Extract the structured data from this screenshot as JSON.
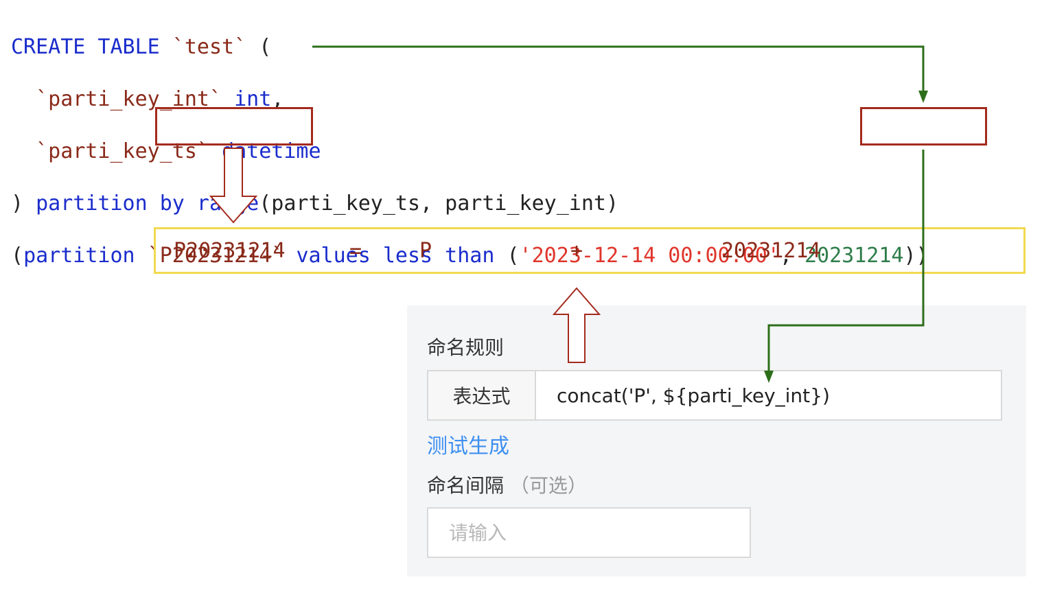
{
  "sql": {
    "line1": {
      "kw_create": "CREATE TABLE",
      "table_name": "`test`",
      "paren": "("
    },
    "line2": {
      "col_name": "`parti_key_int`",
      "col_type": "int",
      "comma": ","
    },
    "line3": {
      "col_name": "`parti_key_ts`",
      "col_type": "datetime"
    },
    "line4": {
      "paren": ")",
      "kw_partition": "partition by range",
      "args": "(parti_key_ts, parti_key_int)"
    },
    "line5": {
      "open": "(",
      "kw_partition": "partition",
      "partition_name": "`P20231214`",
      "kw_values": "values less than",
      "open_paren": "(",
      "ts_literal": "'2023-12-14 00:00:00'",
      "comma": ",",
      "int_literal": "20231214",
      "close": "))"
    }
  },
  "formula": {
    "result": "P20231214",
    "equals": "=",
    "prefix": "P",
    "plus": "+",
    "value": "20231214"
  },
  "form": {
    "naming_rule_label": "命名规则",
    "expression_addon": "表达式",
    "expression_value": "concat('P', ${parti_key_int})",
    "test_generate_link": "测试生成",
    "naming_interval_label": "命名间隔",
    "naming_interval_optional": "（可选）",
    "naming_interval_placeholder": "请输入"
  },
  "colors": {
    "keyword": "#1a2ccc",
    "identifier": "#8a2a1a",
    "string_literal": "#e0352b",
    "number_literal": "#2e7d4a",
    "highlight_box": "#a32a1c",
    "formula_box": "#f2d94e",
    "connector_arrow": "#2d6e1a",
    "link": "#3d8ff0"
  }
}
